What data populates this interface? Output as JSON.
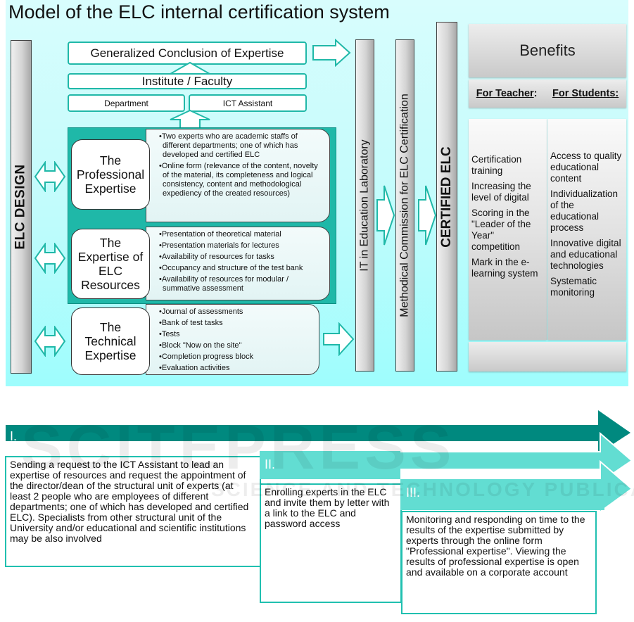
{
  "diagram": {
    "title": "Model of the ELC internal certification system",
    "left_bar": "ELC DESIGN",
    "top_boxes": {
      "conclusion": "Generalized Conclusion of Expertise",
      "institute": "Institute / Faculty",
      "department": "Department",
      "ict_assistant": "ICT Assistant"
    },
    "expertise_blocks": [
      {
        "label": "The Professional Expertise",
        "label_lines": [
          "The",
          "Professional",
          "Expertise"
        ],
        "items": [
          "Two experts who are academic staffs of different departments; one of which has developed and certified ELC",
          "Online form (relevance of the content, novelty of the material, its completeness and logical consistency, content and methodological expediency of the created resources)"
        ]
      },
      {
        "label": "The Expertise of ELC Resources",
        "label_lines": [
          "The",
          "Expertise of",
          "ELC",
          "Resources"
        ],
        "items": [
          "Presentation of theoretical material",
          "Presentation materials for lectures",
          "Availability of resources for tasks",
          "Occupancy and structure of the test bank",
          "Availability of resources for modular / summative assessment"
        ]
      },
      {
        "label": "The Technical Expertise",
        "label_lines": [
          "The",
          "Technical",
          "Expertise"
        ],
        "items": [
          "Journal of assessments",
          "Bank of test tasks",
          "Tests",
          "Block \"Now on the site\"",
          "Completion progress block",
          "Evaluation activities"
        ]
      }
    ],
    "vertical_bars": {
      "lab": "IT in Education Laboratory",
      "commission": "Methodical Commission for ELC Certification",
      "certified": "CERTIFIED  ELC"
    },
    "benefits": {
      "title": "Benefits",
      "teacher_header": "For Teacher",
      "teacher_colon": ":",
      "students_header": "For Students:",
      "teacher_items": [
        "Certification training",
        "Increasing the level of digital",
        "Scoring in the \"Leader of the Year\" competition",
        "Mark in the e-learning system"
      ],
      "student_items": [
        "Access to quality educational content",
        "Individualization of the educational process",
        "Innovative digital and educational technologies",
        "Systematic monitoring"
      ]
    },
    "icons": {
      "bidirectional_arrow": "double-headed-arrow",
      "right_arrow": "block-arrow-right",
      "up_arrow": "block-arrow-up"
    },
    "colors": {
      "teal_outline": "#20b8a8",
      "panel_bg_top": "#d8fdfd",
      "panel_bg_bottom": "#9efdfd",
      "frame_teal": "#1fb8a8"
    }
  },
  "process": {
    "steps": [
      {
        "number": "I.",
        "text": "Sending a request to the ICT Assistant to lead an expertise of resources and request the appointment of the director/dean of the structural unit of experts (at least 2 people who are employees of different departments; one of which has developed and certified ELC). Specialists from other structural unit of the University and/or educational and scientific institutions may be also involved"
      },
      {
        "number": "II.",
        "text": "Enrolling experts in the ELC and invite them by letter with a link to the ELC and password access"
      },
      {
        "number": "III.",
        "text": "Monitoring and responding on time to the results of the expertise submitted by experts through the online form \"Professional expertise\". Viewing the results of professional expertise is open and available on a corporate account"
      }
    ],
    "colors": {
      "step1_band": "#00897f",
      "step23_band": "#62ddd2",
      "text_border": "#20c0b0"
    }
  },
  "watermark": {
    "line1": "SCITEPRESS",
    "line2": "SCIENCE AND TECHNOLOGY PUBLICATIONS"
  }
}
